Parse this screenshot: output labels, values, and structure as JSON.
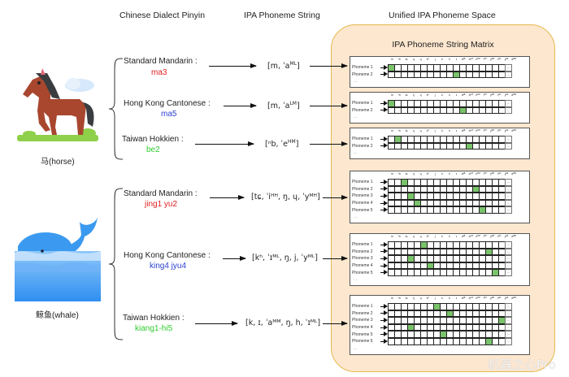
{
  "headers": {
    "pinyin": "Chinese Dialect Pinyin",
    "ipa": "IPA Phoneme String",
    "space": "Unified IPA Phoneme Space"
  },
  "space": {
    "matrix_title": "IPA Phoneme String Matrix",
    "colors": {
      "fill": "#fde7cf",
      "border": "#e5b94e",
      "active_cell": "#79c36a"
    }
  },
  "matrix_columns": [
    "m",
    "ⁿb",
    "tɕ",
    "ŋ",
    "ɥ",
    "kʰ",
    "j",
    "k",
    "h",
    "ɪ",
    "aᴹᴸ",
    "aᴸᴹ",
    "eᴴᴹ",
    "iᴴᴴ",
    "yᴹᴴ",
    "ɪᴹᴸ",
    "yᴹᴸ",
    "aᴹᴹ"
  ],
  "ellipsis": "...",
  "words": [
    {
      "caption": "马(horse)",
      "icon": "horse-icon",
      "entries": [
        {
          "dialect": "Standard Mandarin :",
          "pinyin": "ma3",
          "pinyin_color": "#e02020",
          "ipa_parts": [
            "[m, ˈa",
            "ML",
            "]"
          ],
          "matrix_rows": [
            0,
            10
          ]
        },
        {
          "dialect": "Hong Kong Cantonese :",
          "pinyin": "ma5",
          "pinyin_color": "#2a3fd0",
          "ipa_parts": [
            "[m, ˈa",
            "LM",
            "]"
          ],
          "matrix_rows": [
            0,
            11
          ]
        },
        {
          "dialect": "Taiwan Hokkien :",
          "pinyin": "be2",
          "pinyin_color": "#2ecc2e",
          "ipa_parts": [
            "[ⁿb, ˈe",
            "HM",
            "]"
          ],
          "matrix_rows": [
            1,
            12
          ]
        }
      ]
    },
    {
      "caption": "鲸鱼(whale)",
      "icon": "whale-icon",
      "entries": [
        {
          "dialect": "Standard Mandarin :",
          "pinyin": "jing1 yu2",
          "pinyin_color": "#e02020",
          "ipa_text": "[tɕ, ˈiᴴᴴ, ŋ, ɥ, ˈyᴹᴴ]",
          "matrix_rows": [
            2,
            13,
            3,
            4,
            14
          ]
        },
        {
          "dialect": "Hong Kong Cantonese :",
          "pinyin": "king4 jyu4",
          "pinyin_color": "#2a3fd0",
          "ipa_text": "[kʰ, ˈɪᴹᴸ, ŋ, j, ˈyᴹᴸ]",
          "matrix_rows": [
            5,
            15,
            3,
            6,
            16
          ]
        },
        {
          "dialect": "Taiwan Hokkien :",
          "pinyin": "kiang1-hi5",
          "pinyin_color": "#2ecc2e",
          "ipa_text": "[k, ɪ, ˈaᴹᴹ, ŋ, h, ˈɪᴹᴸ]",
          "matrix_rows": [
            7,
            9,
            17,
            3,
            8,
            15
          ]
        }
      ]
    }
  ],
  "phoneme_label_prefix": "Phoneme",
  "watermark": "机器之心Pro"
}
